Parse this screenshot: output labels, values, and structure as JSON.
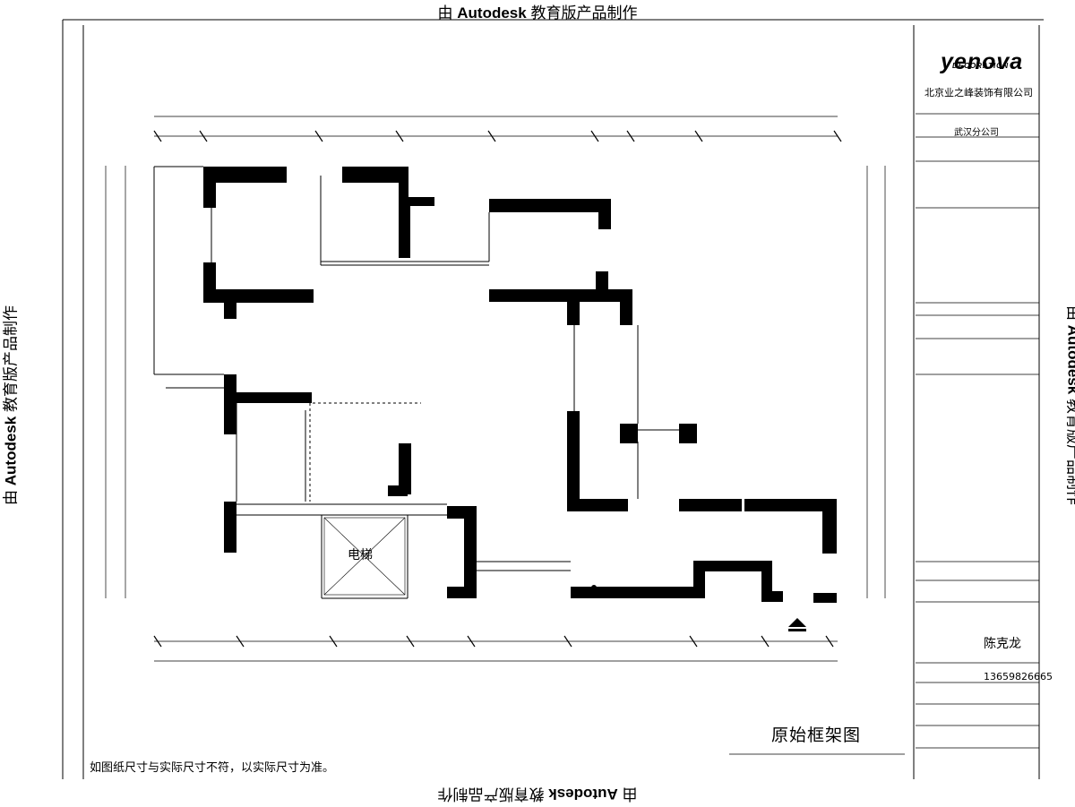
{
  "watermark": {
    "prefix": "由 ",
    "brand": "Autodesk",
    "suffix": " 教育版产品制作"
  },
  "title_block": {
    "logo": "yenova",
    "logo_sub": "DECORATION",
    "company": "北京业之峰装饰有限公司",
    "branch": "武汉分公司",
    "designer": "陈克龙",
    "phone": "13659826665"
  },
  "drawing_title": "原始框架图",
  "note": "如图纸尺寸与实际尺寸不符，以实际尺寸为准。",
  "room_labels": {
    "elevator": "电梯"
  },
  "icons": {
    "north_marker": "north-arrow-icon"
  }
}
